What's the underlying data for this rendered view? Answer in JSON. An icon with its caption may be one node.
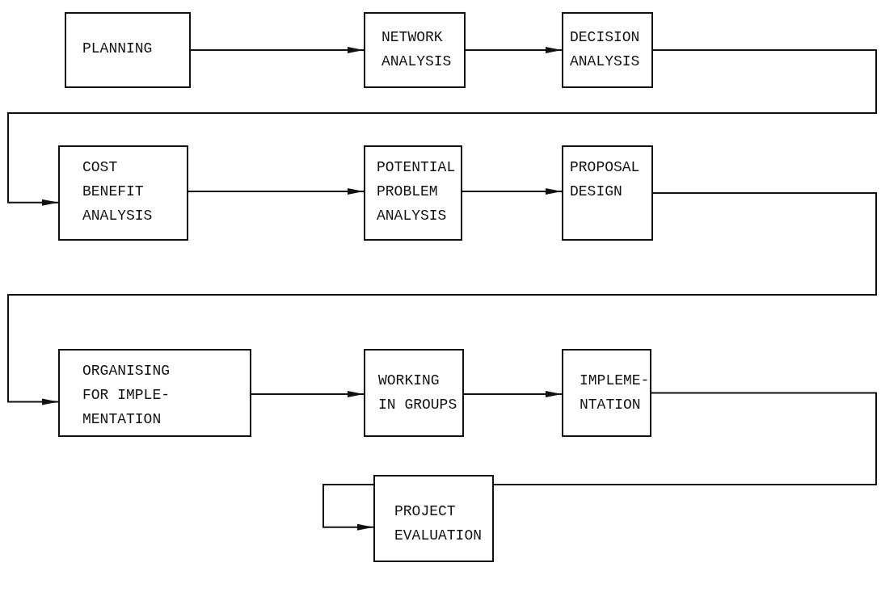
{
  "diagram": {
    "nodes": [
      {
        "text": [
          "PLANNING"
        ]
      },
      {
        "text": [
          "NETWORK ANALYSIS"
        ]
      },
      {
        "text": [
          "DECISION ANALYSIS"
        ]
      },
      {
        "text": [
          "COST BENEFIT ANALYSIS"
        ]
      },
      {
        "text": [
          "POTENTIAL PROBLEM ANALYSIS"
        ]
      },
      {
        "text": [
          "PROPOSAL DESIGN"
        ]
      },
      {
        "text": [
          "ORGANISING FOR IMPLE- MENTATION"
        ]
      },
      {
        "text": [
          "WORKING IN GROUPS"
        ]
      },
      {
        "text": [
          "IMPLEME- NTATION"
        ]
      },
      {
        "text": [
          "PROJECT EVALUATION"
        ]
      }
    ],
    "edges": [
      {
        "from": 0,
        "to": 1,
        "arrow": "to"
      },
      {
        "from": 1,
        "to": 2,
        "arrow": "to"
      },
      {
        "from": 2,
        "to": 3,
        "arrow": "to"
      },
      {
        "from": 3,
        "to": 4,
        "arrow": "to"
      },
      {
        "from": 4,
        "to": 5,
        "arrow": "to"
      },
      {
        "from": 5,
        "to": 6,
        "arrow": "to"
      },
      {
        "from": 6,
        "to": 7,
        "arrow": "to"
      },
      {
        "from": 7,
        "to": 8,
        "arrow": "to"
      },
      {
        "from": 8,
        "to": 9,
        "arrow": "to"
      }
    ]
  }
}
